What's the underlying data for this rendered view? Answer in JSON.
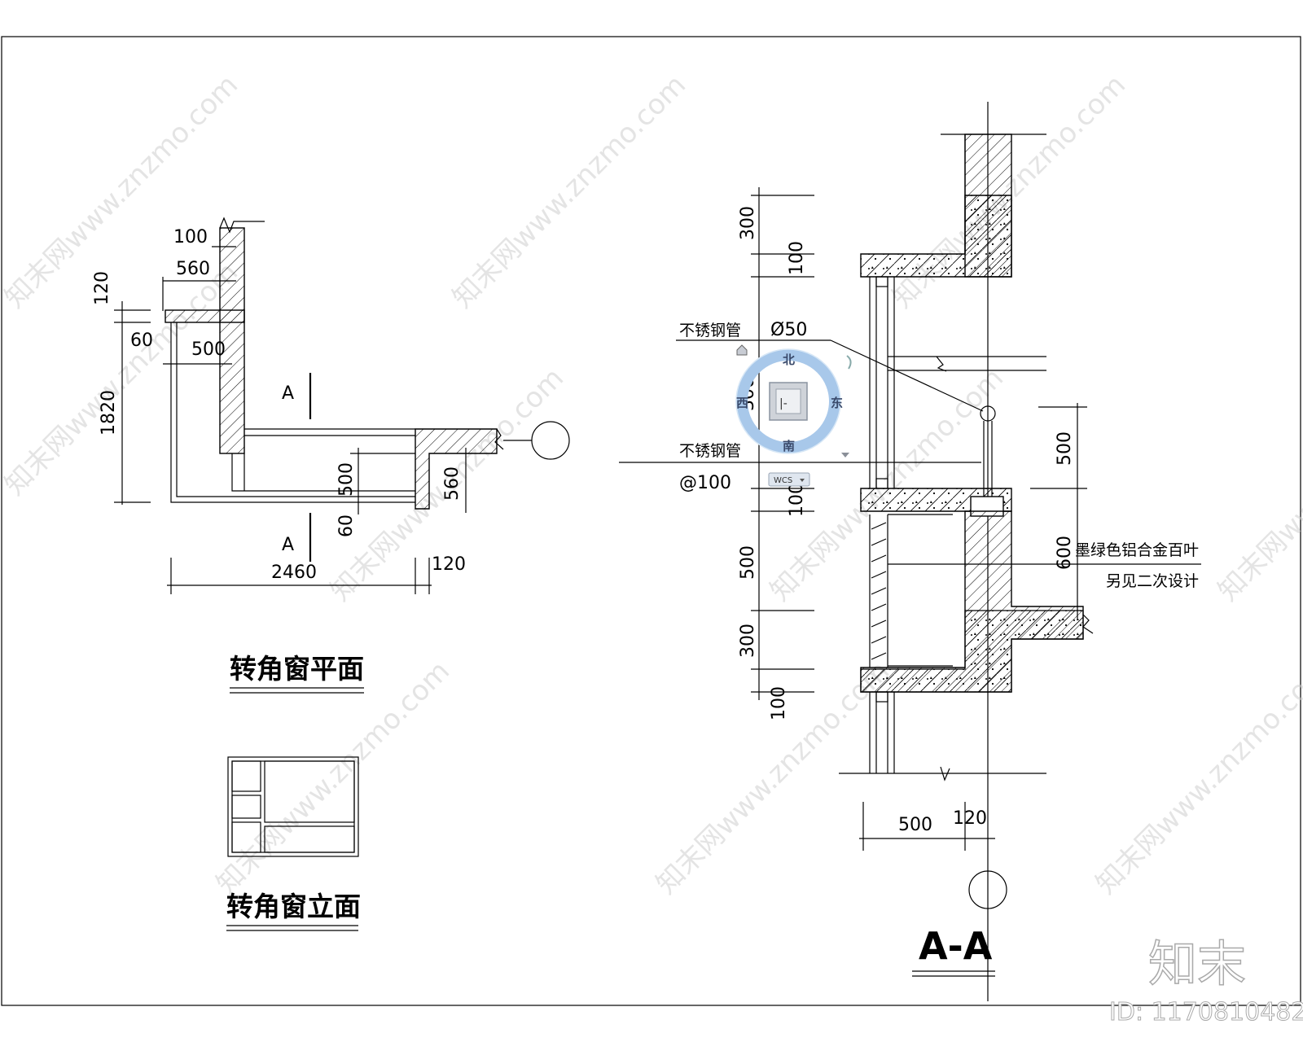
{
  "plan": {
    "title": "转角窗平面",
    "section_marker": "A",
    "dims": {
      "d100": "100",
      "d560_top": "560",
      "d120_left": "120",
      "d60_left": "60",
      "d500_left": "500",
      "d1820": "1820",
      "d500_mid": "500",
      "d60_mid": "60",
      "d560_right": "560",
      "d2460": "2460",
      "d120_bottom": "120"
    }
  },
  "elevation": {
    "title": "转角窗立面"
  },
  "section": {
    "title": "A-A",
    "notes": {
      "pipe_top": "不锈钢管",
      "pipe_top_size": "Ø50",
      "pipe_bottom": "不锈钢管",
      "pipe_bottom_spacing": "@100",
      "louver": "墨绿色铝合金百叶",
      "louver_note": "另见二次设计"
    },
    "dims": {
      "v300_top": "300",
      "v100_a": "100",
      "v300_mid": "300",
      "v100_b": "100",
      "v500": "500",
      "v300_low": "300",
      "v100_c": "100",
      "r500": "500",
      "r600": "600",
      "b500": "500",
      "b120": "120"
    }
  },
  "viewcube": {
    "north": "北",
    "south": "南",
    "east": "东",
    "west": "西",
    "wcs": "WCS"
  },
  "watermark": {
    "site": "知末网www.znzmo.com",
    "brand": "知末",
    "id": "ID: 1170810482"
  }
}
